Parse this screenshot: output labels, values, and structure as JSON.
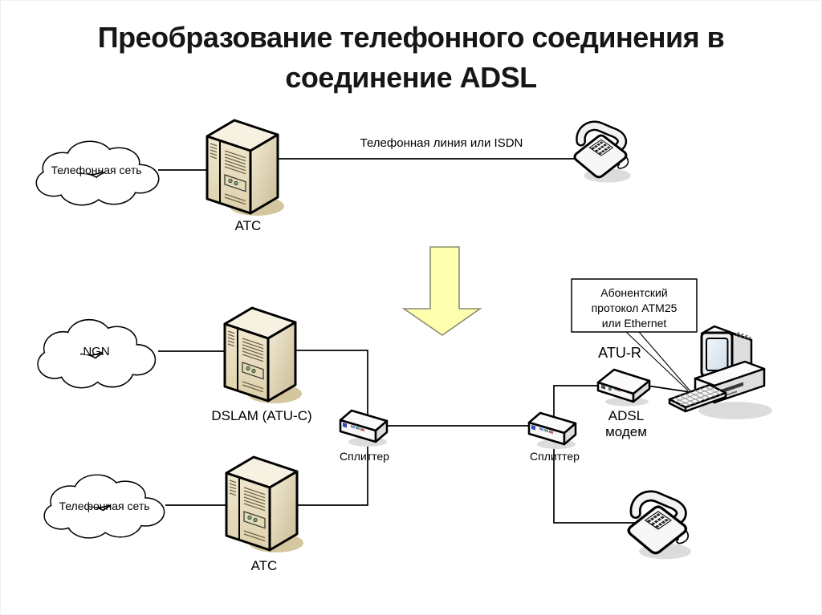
{
  "slide": {
    "title": "Преобразование телефонного соединения в соединение ADSL"
  },
  "top_flow": {
    "cloud_label": "Телефонная сеть",
    "switch_label": "АТС",
    "line_label": "Телефонная линия или ISDN"
  },
  "bottom_flow": {
    "ngn_cloud_label": "NGN",
    "dslam_label": "DSLAM (ATU-C)",
    "splitter_left_label": "Сплиттер",
    "splitter_right_label": "Сплиттер",
    "atu_r_label": "ATU-R",
    "adsl_modem_label": "ADSL модем",
    "callout_lines": [
      "Абонентский",
      "протокол ATM25",
      "или Ethernet"
    ],
    "phone_cloud_label": "Телефонная сеть",
    "switch_label": "АТС"
  },
  "colors": {
    "ink": "#000000",
    "arrow_fill": "#ffffb0",
    "arrow_stroke": "#8c8c6e",
    "server_front": "#ece3c6",
    "server_side": "#d9c9a2",
    "server_top": "#f6f1e0",
    "server_shadow": "#d4c69e",
    "server_panel": "#e5dab6",
    "device_fill": "#f7f7f7",
    "device_side": "#dedede",
    "device_top": "#fafafa",
    "shadow": "#dcdcdc",
    "screen": "#e4edf5",
    "splitter_blue": "#3348a8",
    "led_green": "#6fae6f"
  }
}
